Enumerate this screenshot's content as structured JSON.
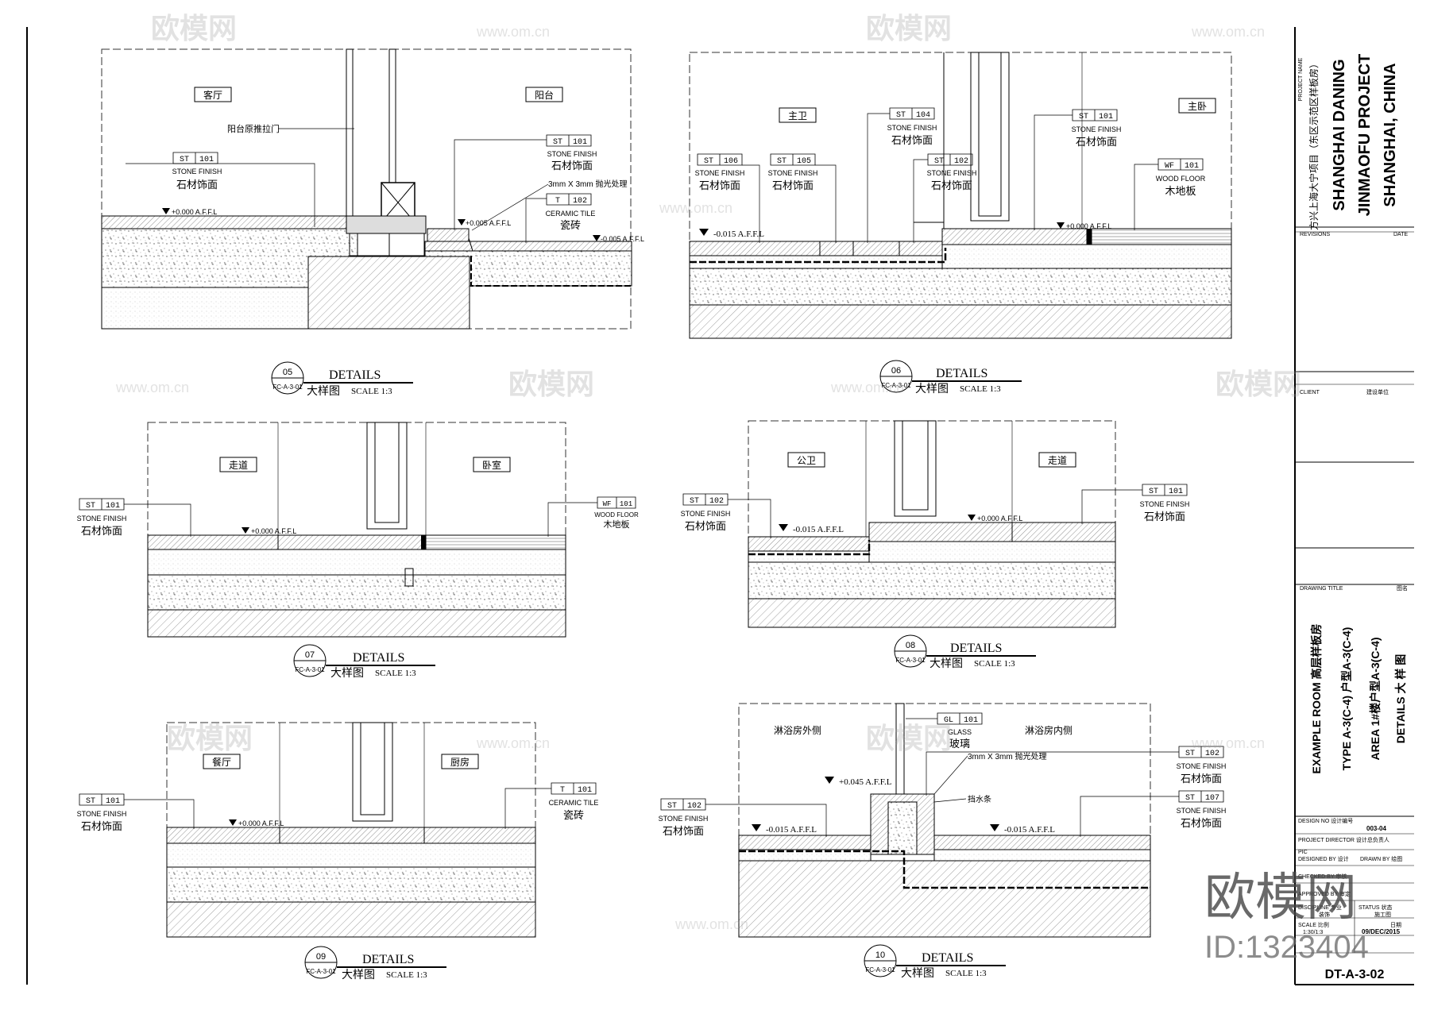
{
  "watermarks": {
    "brand": "欧模网",
    "url": "www.om.cn",
    "id": "ID:1323404"
  },
  "details": [
    {
      "num": "05",
      "ref": "FC-A-3-01",
      "title": "DETAILS",
      "sub": "大样图",
      "scale": "SCALE 1:3",
      "rooms": [
        "客厅",
        "阳台"
      ],
      "door_note": "阳台原推拉门",
      "elev": [
        "+0.000 A.F.F.L",
        "-0.005 A.F.F.L",
        "+0.005 A.F.F.L"
      ],
      "joint_note": "3mm X 3mm 抛光处理",
      "tags": [
        {
          "code": "ST",
          "num": "101",
          "en": "STONE FINISH",
          "cn": "石材饰面"
        },
        {
          "code": "ST",
          "num": "101",
          "en": "STONE FINISH",
          "cn": "石材饰面"
        },
        {
          "code": "T",
          "num": "102",
          "en": "CERAMIC TILE",
          "cn": "瓷砖"
        }
      ]
    },
    {
      "num": "06",
      "ref": "FC-A-3-01",
      "title": "DETAILS",
      "sub": "大样图",
      "scale": "SCALE 1:3",
      "rooms": [
        "主卫",
        "主卧"
      ],
      "elev": [
        "-0.015 A.F.F.L",
        "+0.000 A.F.F.L"
      ],
      "tags": [
        {
          "code": "ST",
          "num": "106",
          "en": "STONE FINISH",
          "cn": "石材饰面"
        },
        {
          "code": "ST",
          "num": "105",
          "en": "STONE FINISH",
          "cn": "石材饰面"
        },
        {
          "code": "ST",
          "num": "104",
          "en": "STONE FINISH",
          "cn": "石材饰面"
        },
        {
          "code": "ST",
          "num": "102",
          "en": "STONE FINISH",
          "cn": "石材饰面"
        },
        {
          "code": "ST",
          "num": "101",
          "en": "STONE FINISH",
          "cn": "石材饰面"
        },
        {
          "code": "WF",
          "num": "101",
          "en": "WOOD FLOOR",
          "cn": "木地板"
        }
      ]
    },
    {
      "num": "07",
      "ref": "FC-A-3-01",
      "title": "DETAILS",
      "sub": "大样图",
      "scale": "SCALE 1:3",
      "rooms": [
        "走道",
        "卧室"
      ],
      "elev": [
        "+0.000 A.F.F.L"
      ],
      "tags": [
        {
          "code": "ST",
          "num": "101",
          "en": "STONE FINISH",
          "cn": "石材饰面"
        },
        {
          "code": "WF",
          "num": "101",
          "en": "WOOD FLOOR",
          "cn": "木地板"
        }
      ]
    },
    {
      "num": "08",
      "ref": "FC-A-3-01",
      "title": "DETAILS",
      "sub": "大样图",
      "scale": "SCALE 1:3",
      "rooms": [
        "公卫",
        "走道"
      ],
      "elev": [
        "-0.015 A.F.F.L",
        "+0.000 A.F.F.L"
      ],
      "tags": [
        {
          "code": "ST",
          "num": "102",
          "en": "STONE FINISH",
          "cn": "石材饰面"
        },
        {
          "code": "ST",
          "num": "101",
          "en": "STONE FINISH",
          "cn": "石材饰面"
        }
      ]
    },
    {
      "num": "09",
      "ref": "FC-A-3-01",
      "title": "DETAILS",
      "sub": "大样图",
      "scale": "SCALE 1:3",
      "rooms": [
        "餐厅",
        "厨房"
      ],
      "elev": [
        "+0.000 A.F.F.L"
      ],
      "tags": [
        {
          "code": "ST",
          "num": "101",
          "en": "STONE FINISH",
          "cn": "石材饰面"
        },
        {
          "code": "T",
          "num": "101",
          "en": "CERAMIC TILE",
          "cn": "瓷砖"
        }
      ]
    },
    {
      "num": "10",
      "ref": "FC-A-3-01",
      "title": "DETAILS",
      "sub": "大样图",
      "scale": "SCALE 1:3",
      "rooms": [
        "淋浴房外侧",
        "淋浴房内侧"
      ],
      "elev": [
        "+0.045 A.F.F.L",
        "-0.015 A.F.F.L",
        "-0.015 A.F.F.L"
      ],
      "joint_note": "3mm X 3mm 抛光处理",
      "strip_note": "挡水条",
      "tags": [
        {
          "code": "GL",
          "num": "101",
          "en": "GLASS",
          "cn": "玻璃"
        },
        {
          "code": "ST",
          "num": "102",
          "en": "STONE FINISH",
          "cn": "石材饰面"
        },
        {
          "code": "ST",
          "num": "102",
          "en": "STONE FINISH",
          "cn": "石材饰面"
        },
        {
          "code": "ST",
          "num": "107",
          "en": "STONE FINISH",
          "cn": "石材饰面"
        }
      ]
    }
  ],
  "titleblock": {
    "project_name_label": "PROJECT NAME",
    "project_cn": "方兴上海大宁项目（东区示范区样板房）",
    "project_en": [
      "SHANGHAI DANING",
      "JINMAOFU PROJECT",
      "SHANGHAI, CHINA"
    ],
    "revisions": "REVISIONS",
    "date_label": "DATE",
    "client_label": "CLIENT",
    "client_value": "建设单位",
    "drawing_title_label": "DRAWING TITLE",
    "drawing_title_cn": "图名",
    "title_lines": [
      "EXAMPLE ROOM  高层样板房",
      "TYPE A-3(C-4)  户型A-3(C-4)",
      "AREA  1#楼户型A-3(C-4)",
      "DETAILS  大 样 图"
    ],
    "design_no_label": "DESIGN NO 设计编号",
    "design_no": "003-04",
    "project_director": "PROJECT DIRECTOR 设计总负责人",
    "pic": "PIC",
    "designed_by": "DESIGNED BY 设计",
    "drawn_by": "DRAWN BY 绘图",
    "checked_by": "CHECKED BY 审核",
    "approved_by": "APPROVED BY 审定",
    "discipline": "DISCIPLINE 专业",
    "discipline_value": "装饰",
    "status_label": "STATUS 状态",
    "status_value": "施工图",
    "scale_label": "SCALE 比例",
    "scale_value": "1:30/1:3",
    "date_value": "09/DEC/2015",
    "date_cn": "日期",
    "sheet_no": "DT-A-3-02"
  }
}
